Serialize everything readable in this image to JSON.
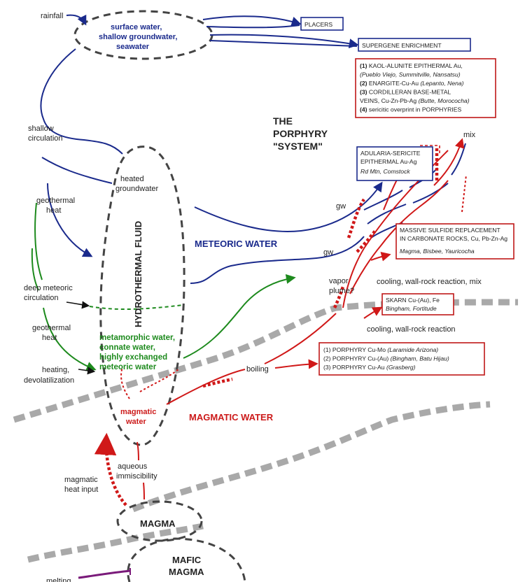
{
  "title": {
    "line1": "THE",
    "line2": "PORPHYRY",
    "line3": "\"SYSTEM\""
  },
  "labels": {
    "rainfall": "rainfall",
    "surface_water": [
      "surface water,",
      "shallow groundwater,",
      "seawater"
    ],
    "shallow_circulation": [
      "shallow",
      "circulation"
    ],
    "geothermal_heat_1": [
      "geothermal",
      "heat"
    ],
    "deep_meteoric": [
      "deep meteoric",
      "circulation"
    ],
    "geothermal_heat_2": [
      "geothermal",
      "heat"
    ],
    "heating_devolatilization": [
      "heating,",
      "devolatilization"
    ],
    "heated_groundwater": [
      "heated",
      "groundwater"
    ],
    "hydrothermal_fluid": "HYDROTHERMAL FLUID",
    "meteoric_water": "METEORIC WATER",
    "metamorphic": [
      "metamorphic water,",
      "connate water,",
      "highly exchanged",
      "meteoric water"
    ],
    "magmatic_water_inner": [
      "magmatic",
      "water"
    ],
    "magmatic_water": "MAGMATIC WATER",
    "boiling": "boiling",
    "aqueous_immiscibility": [
      "aqueous",
      "immiscibility"
    ],
    "magmatic_heat_input": [
      "magmatic",
      "heat input"
    ],
    "magma": "MAGMA",
    "mafic_magma": [
      "MAFIC",
      "MAGMA"
    ],
    "melting": "melting",
    "gw_upper": "gw",
    "gw_lower": "gw",
    "vapor_plume": [
      "vapor",
      "plume?"
    ],
    "mix": "mix",
    "cooling_mix": "cooling, wall-rock reaction, mix",
    "cooling_wallrock": "cooling, wall-rock reaction"
  },
  "boxes": {
    "placers": "PLACERS",
    "supergene": "SUPERGENE ENRICHMENT",
    "epithermal": [
      {
        "b": "(1) ",
        "t": "KAOL-ALUNITE EPITHERMAL Au,",
        "i": ""
      },
      {
        "b": "",
        "t": "",
        "i": "(Pueblo Viejo,  Summitville,  Nansatsu)"
      },
      {
        "b": "(2) ",
        "t": "ENARGITE-Cu-Au ",
        "i": "(Lepanto,  Nena)"
      },
      {
        "b": "(3) ",
        "t": "CORDILLERAN BASE-METAL",
        "i": ""
      },
      {
        "b": "",
        "t": "VEINS, Cu-Zn-Pb-Ag ",
        "i": "(Butte,  Morococha)"
      },
      {
        "b": "(4) ",
        "t": "sericitic overprint in PORPHYRIES",
        "i": ""
      }
    ],
    "adularia": [
      "ADULARIA-SERICITE",
      "EPITHERMAL Au-Ag",
      "Rd  Mtn,  Comstock"
    ],
    "massive_sulfide": [
      "MASSIVE SULFIDE REPLACEMENT",
      "IN CARBONATE ROCKS, Cu, Pb-Zn-Ag",
      "Magma,  Bisbee,  Yauricocha"
    ],
    "skarn": [
      "SKARN Cu-(Au), Fe",
      "Bingham,  Fortitude"
    ],
    "porphyry": [
      {
        "t": "(1) PORPHYRY Cu-Mo ",
        "i": "(Laramide  Arizona)"
      },
      {
        "t": "(2) PORPHYRY Cu-(Au) ",
        "i": "(Bingham,  Batu  Hijau)"
      },
      {
        "t": "(3) PORPHYRY Cu-Au  ",
        "i": "(Grasberg)"
      }
    ]
  },
  "colors": {
    "meteoric_blue": "#1a2a8c",
    "magmatic_red": "#d01818",
    "metamorphic_green": "#1d8a1d",
    "dashed_gray": "#a9a9a9",
    "outline_dark": "#444444",
    "mafic_purple": "#7a1a7a"
  }
}
